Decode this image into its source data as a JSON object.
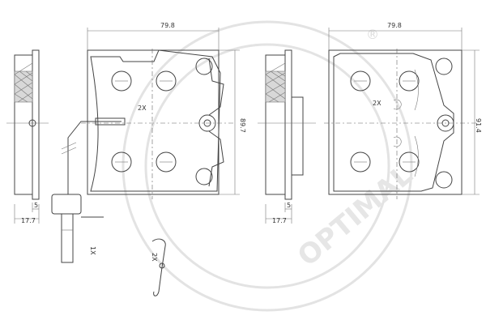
{
  "watermark": {
    "brand": "OPTIMAL",
    "registered_mark": "®"
  },
  "left_pad": {
    "width_dim": "79.8",
    "height_dim": "89.7",
    "thickness_dim": "17.7",
    "backplate_dim": "5",
    "qty_label": "2X"
  },
  "right_pad": {
    "width_dim": "79.8",
    "height_dim": "91.4",
    "thickness_dim": "17.7",
    "backplate_dim": "5",
    "qty_label": "2X"
  },
  "sensor": {
    "qty_label": "1X"
  },
  "spring_clip": {
    "qty_label": "2X"
  }
}
